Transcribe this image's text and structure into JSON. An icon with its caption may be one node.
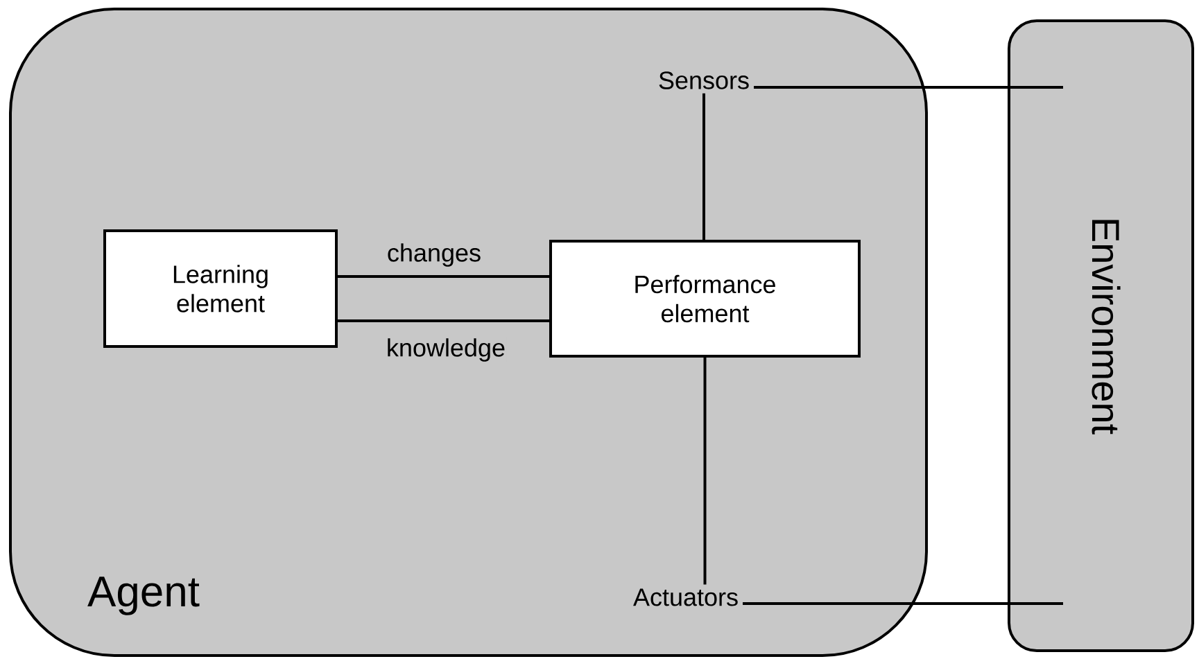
{
  "diagram": {
    "nodes": [
      {
        "text": [
          "Agent"
        ]
      },
      {
        "text": [
          "Environment"
        ]
      },
      {
        "text": [
          "Learning element"
        ],
        "in": 0
      },
      {
        "text": [
          "Performance element"
        ],
        "in": 0
      },
      {
        "text": [
          "Sensors"
        ],
        "in": 0
      },
      {
        "text": [
          "Actuators"
        ],
        "in": 0
      }
    ],
    "edges": [
      {
        "from": 2,
        "to": 3,
        "arrow": "none",
        "label": "changes"
      },
      {
        "from": 2,
        "to": 3,
        "arrow": "none",
        "label": "knowledge"
      },
      {
        "from": 4,
        "to": 3,
        "arrow": "none"
      },
      {
        "from": 3,
        "to": 5,
        "arrow": "none"
      },
      {
        "from": 4,
        "to": 1,
        "arrow": "none"
      },
      {
        "from": 5,
        "to": 1,
        "arrow": "none"
      }
    ]
  }
}
